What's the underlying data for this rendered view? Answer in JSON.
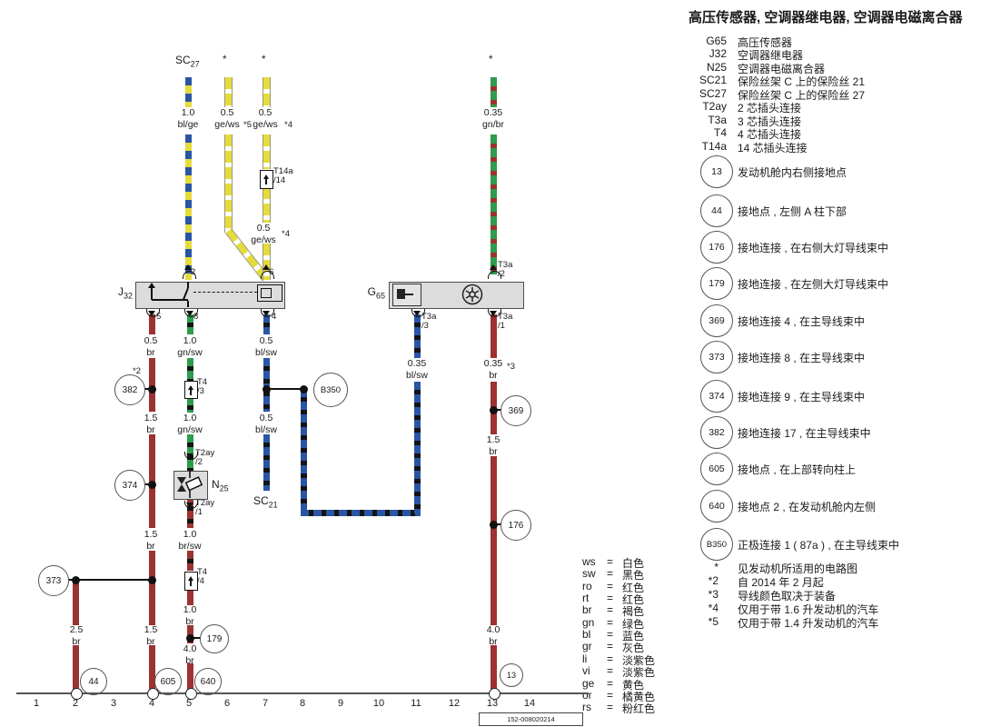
{
  "title": "高压传感器, 空调器继电器, 空调器电磁离合器",
  "legend": [
    {
      "code": "G65",
      "desc": "高压传感器"
    },
    {
      "code": "J32",
      "desc": "空调器继电器"
    },
    {
      "code": "N25",
      "desc": "空调器电磁离合器"
    },
    {
      "code": "SC21",
      "desc": "保险丝架 C 上的保险丝 21"
    },
    {
      "code": "SC27",
      "desc": "保险丝架 C 上的保险丝 27"
    },
    {
      "code": "T2ay",
      "desc": "2 芯插头连接"
    },
    {
      "code": "T3a",
      "desc": "3 芯插头连接"
    },
    {
      "code": "T4",
      "desc": "4 芯插头连接"
    },
    {
      "code": "T14a",
      "desc": "14 芯插头连接"
    }
  ],
  "grounds": [
    {
      "code": "13",
      "desc": "发动机舱内右侧接地点"
    },
    {
      "code": "44",
      "desc": "接地点 , 左侧 A 柱下部"
    },
    {
      "code": "176",
      "desc": "接地连接 , 在右侧大灯导线束中"
    },
    {
      "code": "179",
      "desc": "接地连接 , 在左侧大灯导线束中"
    },
    {
      "code": "369",
      "desc": "接地连接 4 , 在主导线束中"
    },
    {
      "code": "373",
      "desc": "接地连接 8 , 在主导线束中"
    },
    {
      "code": "374",
      "desc": "接地连接 9 , 在主导线束中"
    },
    {
      "code": "382",
      "desc": "接地连接 17 , 在主导线束中"
    },
    {
      "code": "605",
      "desc": "接地点 , 在上部转向柱上"
    },
    {
      "code": "640",
      "desc": "接地点 2 , 在发动机舱内左侧"
    },
    {
      "code": "B350",
      "desc": "正极连接 1 ( 87a ) , 在主导线束中"
    }
  ],
  "notes": [
    {
      "code": "*",
      "desc": "见发动机所适用的电路图"
    },
    {
      "code": "*2",
      "desc": "自 2014 年 2 月起"
    },
    {
      "code": "*3",
      "desc": "导线颜色取决于装备"
    },
    {
      "code": "*4",
      "desc": "仅用于带 1.6 升发动机的汽车"
    },
    {
      "code": "*5",
      "desc": "仅用于带 1.4 升发动机的汽车"
    }
  ],
  "wire_colors": [
    {
      "code": "ws",
      "desc": "白色"
    },
    {
      "code": "sw",
      "desc": "黑色"
    },
    {
      "code": "ro",
      "desc": "红色"
    },
    {
      "code": "rt",
      "desc": "红色"
    },
    {
      "code": "br",
      "desc": "褐色"
    },
    {
      "code": "gn",
      "desc": "绿色"
    },
    {
      "code": "bl",
      "desc": "蓝色"
    },
    {
      "code": "gr",
      "desc": "灰色"
    },
    {
      "code": "li",
      "desc": "淡紫色"
    },
    {
      "code": "vi",
      "desc": "淡紫色"
    },
    {
      "code": "ge",
      "desc": "黄色"
    },
    {
      "code": "or",
      "desc": "橘黄色"
    },
    {
      "code": "rs",
      "desc": "粉红色"
    }
  ],
  "eq": "=",
  "components": {
    "sc27": {
      "m": "SC",
      "s": "27"
    },
    "sc21": {
      "m": "SC",
      "s": "21"
    },
    "j32": {
      "m": "J",
      "s": "32"
    },
    "g65": {
      "m": "G",
      "s": "65"
    },
    "n25": {
      "m": "N",
      "s": "25"
    }
  },
  "pins": {
    "n2": "2",
    "n6": "6",
    "n5": "5",
    "n8": "8",
    "n4": "4",
    "t3a": "T3a",
    "t14a": "T14a",
    "t4": "T4",
    "t2ay": "T2ay",
    "p1": "/1",
    "p2": "/2",
    "p3": "/3",
    "p4": "/4",
    "p14": "/14"
  },
  "wire_labels": [
    {
      "s": "1.0",
      "c": "bl/ge"
    },
    {
      "s": "0.5",
      "c": "ge/ws"
    },
    {
      "s": "0.5",
      "c": "ge/ws"
    },
    {
      "s": "0.35",
      "c": "gn/br"
    },
    {
      "s": "0.5",
      "c": "ge/ws"
    },
    {
      "s": "0.5",
      "c": "br"
    },
    {
      "s": "1.0",
      "c": "gn/sw"
    },
    {
      "s": "0.5",
      "c": "bl/sw"
    },
    {
      "s": "0.35",
      "c": "bl/sw"
    },
    {
      "s": "0.35",
      "c": "br"
    },
    {
      "s": "1.5",
      "c": "br"
    },
    {
      "s": "1.0",
      "c": "gn/sw"
    },
    {
      "s": "0.5",
      "c": "bl/sw"
    },
    {
      "s": "1.5",
      "c": "br"
    },
    {
      "s": "1.5",
      "c": "br"
    },
    {
      "s": "1.0",
      "c": "br/sw"
    },
    {
      "s": "1.0",
      "c": "br"
    },
    {
      "s": "2.5",
      "c": "br"
    },
    {
      "s": "1.5",
      "c": "br"
    },
    {
      "s": "4.0",
      "c": "br"
    },
    {
      "s": "4.0",
      "c": "br"
    }
  ],
  "stars": {
    "top": "*",
    "s2": "*2",
    "s3": "*3",
    "s4": "*4",
    "s5": "*5"
  },
  "circles": {
    "g13": "13",
    "g44": "44",
    "g176": "176",
    "g179": "179",
    "g369": "369",
    "g373": "373",
    "g374": "374",
    "g382": "382",
    "g605": "605",
    "g640": "640",
    "b350": "B350"
  },
  "tracks": [
    "1",
    "2",
    "3",
    "4",
    "5",
    "6",
    "7",
    "8",
    "9",
    "10",
    "11",
    "12",
    "13",
    "14"
  ],
  "doc_number": "152-008020214"
}
